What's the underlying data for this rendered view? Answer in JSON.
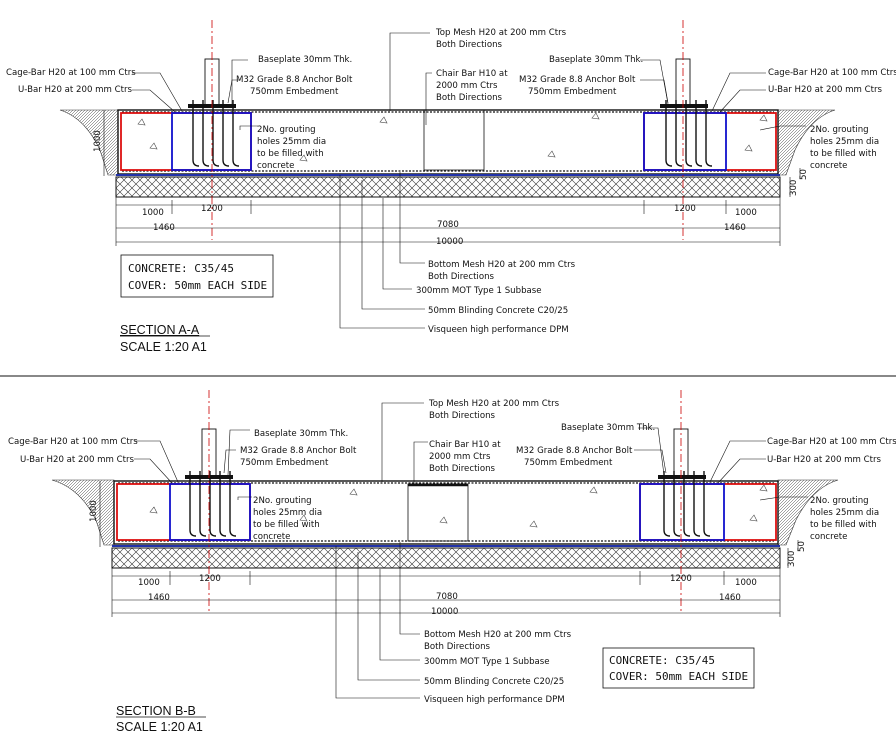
{
  "sections": [
    {
      "id": "a",
      "title": "SECTION A-A",
      "scale": "SCALE 1:20 A1",
      "spec": {
        "line1": "CONCRETE: C35/45",
        "line2": "COVER: 50mm EACH SIDE"
      },
      "labels": {
        "top_mesh_1": "Top Mesh H20 at 200 mm Ctrs",
        "top_mesh_2": "Both Directions",
        "baseplate_left": "Baseplate 30mm Thk.",
        "baseplate_right": "Baseplate 30mm Thk.",
        "cage_bar_left": "Cage-Bar H20 at 100 mm Ctrs",
        "cage_bar_right": "Cage-Bar H20 at 100 mm Ctrs",
        "u_bar_left": "U-Bar H20 at 200 mm Ctrs",
        "u_bar_right": "U-Bar H20 at 200 mm Ctrs",
        "anchor_left_1": "M32 Grade 8.8 Anchor Bolt",
        "anchor_left_2": "750mm Embedment",
        "anchor_right_1": "M32 Grade 8.8 Anchor Bolt",
        "anchor_right_2": "750mm Embedment",
        "chair_1": "Chair Bar H10 at",
        "chair_2": "2000 mm Ctrs",
        "chair_3": "Both Directions",
        "grout_left_1": "2No. grouting",
        "grout_left_2": "holes 25mm dia",
        "grout_left_3": "to be filled with",
        "grout_left_4": "concrete",
        "grout_right_1": "2No. grouting",
        "grout_right_2": "holes 25mm dia",
        "grout_right_3": "to be filled with",
        "grout_right_4": "concrete",
        "bottom_mesh_1": "Bottom Mesh H20 at 200 mm Ctrs",
        "bottom_mesh_2": "Both Directions",
        "mot": "300mm MOT Type 1 Subbase",
        "blinding": "50mm Blinding Concrete C20/25",
        "dpm": "Visqueen high performance DPM"
      },
      "dims": {
        "d1000_left": "1000",
        "d1200_left": "1200",
        "d1200_right": "1200",
        "d1000_right": "1000",
        "d1460_left": "1460",
        "d7080": "7080",
        "d1460_right": "1460",
        "d10000": "10000",
        "d1000_vert": "1000",
        "d300_vert": "300",
        "d50_vert": "50"
      }
    },
    {
      "id": "b",
      "title": "SECTION B-B",
      "scale": "SCALE 1:20 A1",
      "spec": {
        "line1": "CONCRETE: C35/45",
        "line2": "COVER: 50mm EACH SIDE"
      },
      "labels": {
        "top_mesh_1": "Top Mesh H20 at 200 mm Ctrs",
        "top_mesh_2": "Both Directions",
        "baseplate_left": "Baseplate 30mm Thk.",
        "baseplate_right": "Baseplate 30mm Thk.",
        "cage_bar_left": "Cage-Bar H20 at 100 mm Ctrs",
        "cage_bar_right": "Cage-Bar H20 at 100 mm Ctrs",
        "u_bar_left": "U-Bar H20 at 200 mm Ctrs",
        "u_bar_right": "U-Bar H20 at 200 mm Ctrs",
        "anchor_left_1": "M32 Grade 8.8 Anchor Bolt",
        "anchor_left_2": "750mm Embedment",
        "anchor_right_1": "M32 Grade 8.8 Anchor Bolt",
        "anchor_right_2": "750mm Embedment",
        "chair_1": "Chair Bar H10 at",
        "chair_2": "2000 mm Ctrs",
        "chair_3": "Both Directions",
        "grout_left_1": "2No. grouting",
        "grout_left_2": "holes 25mm dia",
        "grout_left_3": "to be filled with",
        "grout_left_4": "concrete",
        "grout_right_1": "2No. grouting",
        "grout_right_2": "holes 25mm dia",
        "grout_right_3": "to be filled with",
        "grout_right_4": "concrete",
        "bottom_mesh_1": "Bottom Mesh H20 at 200 mm Ctrs",
        "bottom_mesh_2": "Both Directions",
        "mot": "300mm MOT Type 1 Subbase",
        "blinding": "50mm Blinding Concrete C20/25",
        "dpm": "Visqueen high performance DPM"
      },
      "dims": {
        "d1000_left": "1000",
        "d1200_left": "1200",
        "d1200_right": "1200",
        "d1000_right": "1000",
        "d1460_left": "1460",
        "d7080": "7080",
        "d1460_right": "1460",
        "d10000": "10000",
        "d1000_vert": "1000",
        "d300_vert": "300",
        "d50_vert": "50"
      }
    }
  ],
  "colors": {
    "cage": "#dd1111",
    "ubar": "#1111cc",
    "centerline": "#cc0000",
    "line": "#111111",
    "dpm": "#2233aa"
  }
}
